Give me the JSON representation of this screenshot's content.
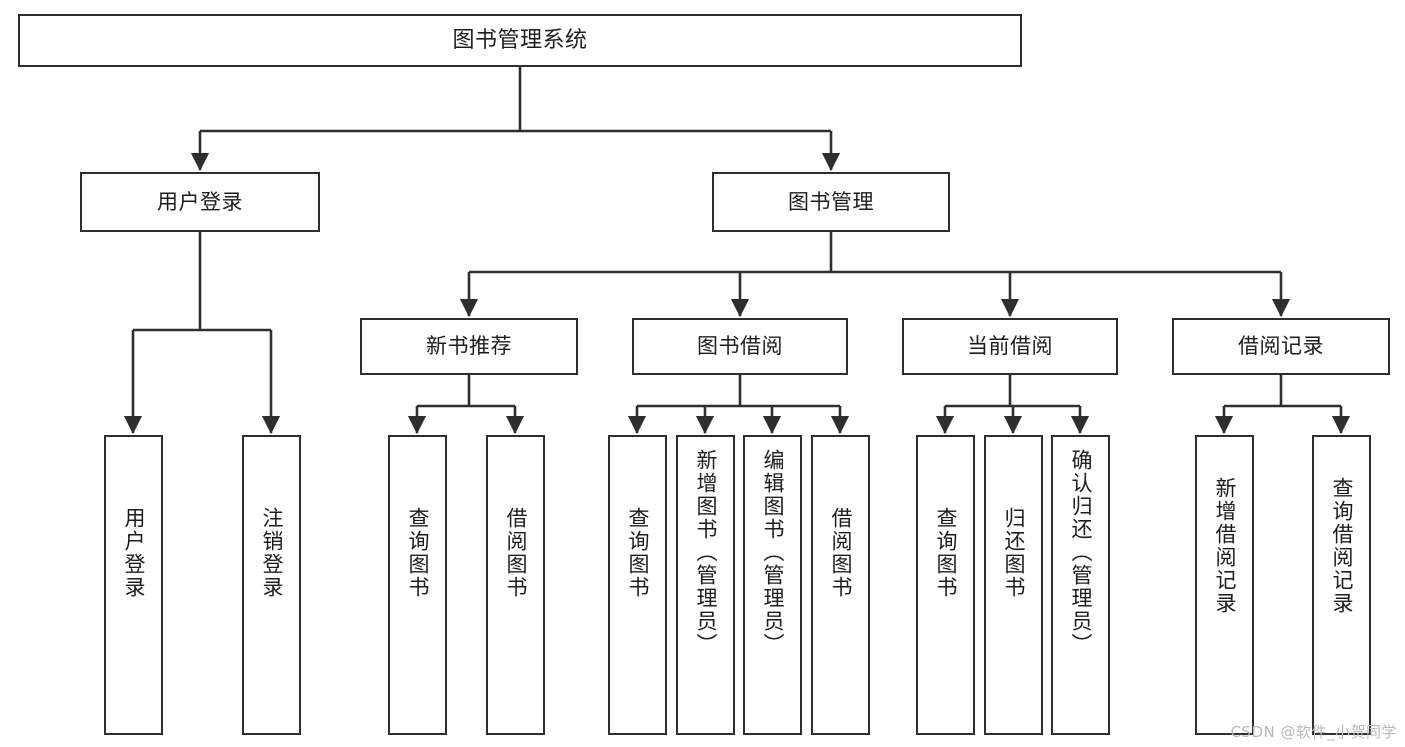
{
  "diagram": {
    "title": "图书管理系统",
    "type": "tree",
    "watermark": "CSDN @软件_小贺同学",
    "colors": {
      "box_border": "#2e2e2e",
      "box_fill": "#ffffff",
      "edge": "#2e2e2e",
      "text": "#1d1d1d",
      "watermark": "#b9b9b9",
      "background": "#ffffff"
    },
    "nodes": {
      "root": {
        "label": "图书管理系统",
        "orientation": "horizontal",
        "level": 1
      },
      "user_login": {
        "label": "用户登录",
        "orientation": "horizontal",
        "level": 2
      },
      "book_manage": {
        "label": "图书管理",
        "orientation": "horizontal",
        "level": 2
      },
      "new_book_rec": {
        "label": "新书推荐",
        "orientation": "horizontal",
        "level": 3
      },
      "book_borrow": {
        "label": "图书借阅",
        "orientation": "horizontal",
        "level": 3
      },
      "current_borrow": {
        "label": "当前借阅",
        "orientation": "horizontal",
        "level": 3
      },
      "borrow_record": {
        "label": "借阅记录",
        "orientation": "horizontal",
        "level": 3
      },
      "leaf_user_login": {
        "label": "用户登录",
        "orientation": "vertical",
        "level": 4
      },
      "leaf_logout": {
        "label": "注销登录",
        "orientation": "vertical",
        "level": 4
      },
      "leaf_query_book_1": {
        "label": "查询图书",
        "orientation": "vertical",
        "level": 4
      },
      "leaf_borrow_book_1": {
        "label": "借阅图书",
        "orientation": "vertical",
        "level": 4
      },
      "leaf_query_book_2": {
        "label": "查询图书",
        "orientation": "vertical",
        "level": 4
      },
      "leaf_add_book": {
        "label": "新增图书（管理员）",
        "orientation": "vertical",
        "level": 4
      },
      "leaf_edit_book": {
        "label": "编辑图书（管理员）",
        "orientation": "vertical",
        "level": 4
      },
      "leaf_borrow_book_2": {
        "label": "借阅图书",
        "orientation": "vertical",
        "level": 4
      },
      "leaf_query_book_3": {
        "label": "查询图书",
        "orientation": "vertical",
        "level": 4
      },
      "leaf_return_book": {
        "label": "归还图书",
        "orientation": "vertical",
        "level": 4
      },
      "leaf_confirm_return": {
        "label": "确认归还（管理员）",
        "orientation": "vertical",
        "level": 4
      },
      "leaf_add_record": {
        "label": "新增借阅记录",
        "orientation": "vertical",
        "level": 4
      },
      "leaf_query_record": {
        "label": "查询借阅记录",
        "orientation": "vertical",
        "level": 4
      }
    },
    "edges": [
      {
        "from": "root",
        "to": "user_login"
      },
      {
        "from": "root",
        "to": "book_manage"
      },
      {
        "from": "user_login",
        "to": "leaf_user_login"
      },
      {
        "from": "user_login",
        "to": "leaf_logout"
      },
      {
        "from": "book_manage",
        "to": "new_book_rec"
      },
      {
        "from": "book_manage",
        "to": "book_borrow"
      },
      {
        "from": "book_manage",
        "to": "current_borrow"
      },
      {
        "from": "book_manage",
        "to": "borrow_record"
      },
      {
        "from": "new_book_rec",
        "to": "leaf_query_book_1"
      },
      {
        "from": "new_book_rec",
        "to": "leaf_borrow_book_1"
      },
      {
        "from": "book_borrow",
        "to": "leaf_query_book_2"
      },
      {
        "from": "book_borrow",
        "to": "leaf_add_book"
      },
      {
        "from": "book_borrow",
        "to": "leaf_edit_book"
      },
      {
        "from": "book_borrow",
        "to": "leaf_borrow_book_2"
      },
      {
        "from": "current_borrow",
        "to": "leaf_query_book_3"
      },
      {
        "from": "current_borrow",
        "to": "leaf_return_book"
      },
      {
        "from": "current_borrow",
        "to": "leaf_confirm_return"
      },
      {
        "from": "borrow_record",
        "to": "leaf_add_record"
      },
      {
        "from": "borrow_record",
        "to": "leaf_query_record"
      }
    ]
  }
}
